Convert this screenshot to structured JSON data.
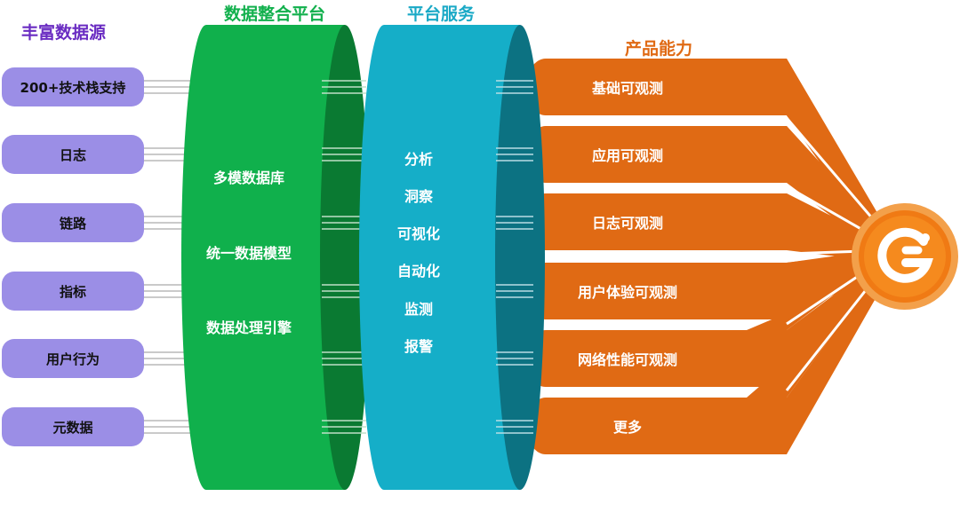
{
  "headings": {
    "sources": "丰富数据源",
    "integration": "数据整合平台",
    "services": "平台服务",
    "products": "产品能力"
  },
  "sources": [
    "200+技术栈支持",
    "日志",
    "链路",
    "指标",
    "用户行为",
    "元数据"
  ],
  "integration": [
    "多模数据库",
    "统一数据模型",
    "数据处理引擎"
  ],
  "services": [
    "分析",
    "洞察",
    "可视化",
    "自动化",
    "监测",
    "报警"
  ],
  "products": [
    "基础可观测",
    "应用可观测",
    "日志可观测",
    "用户体验可观测",
    "网络性能可观测",
    "更多"
  ],
  "colors": {
    "sources": "#9b8ee6",
    "integration": "#10b04c",
    "integration_dark": "#0a7a32",
    "services": "#15aec8",
    "services_dark": "#0c7282",
    "products": "#e06a14",
    "logo": "#f07a14"
  },
  "icons": {
    "logo": "brand-logo-icon"
  }
}
